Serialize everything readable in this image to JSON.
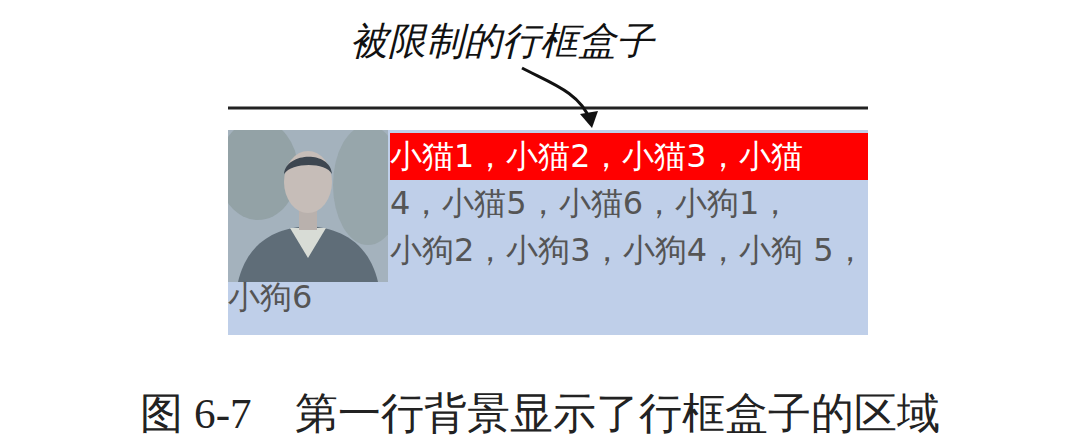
{
  "diagram": {
    "caption": "图 6-7　第一行背景显示了行框盒子的区域",
    "nodes": [
      {
        "text": [
          "4，小猫5，小猫6，小狗1， 小狗2，小狗3，小狗4，小狗 5，小狗6"
        ]
      },
      {
        "text": [
          "小猫1，小猫2，小猫3，小猫"
        ],
        "in": 0
      }
    ],
    "labels": [
      "被限制的行框盒子"
    ]
  }
}
